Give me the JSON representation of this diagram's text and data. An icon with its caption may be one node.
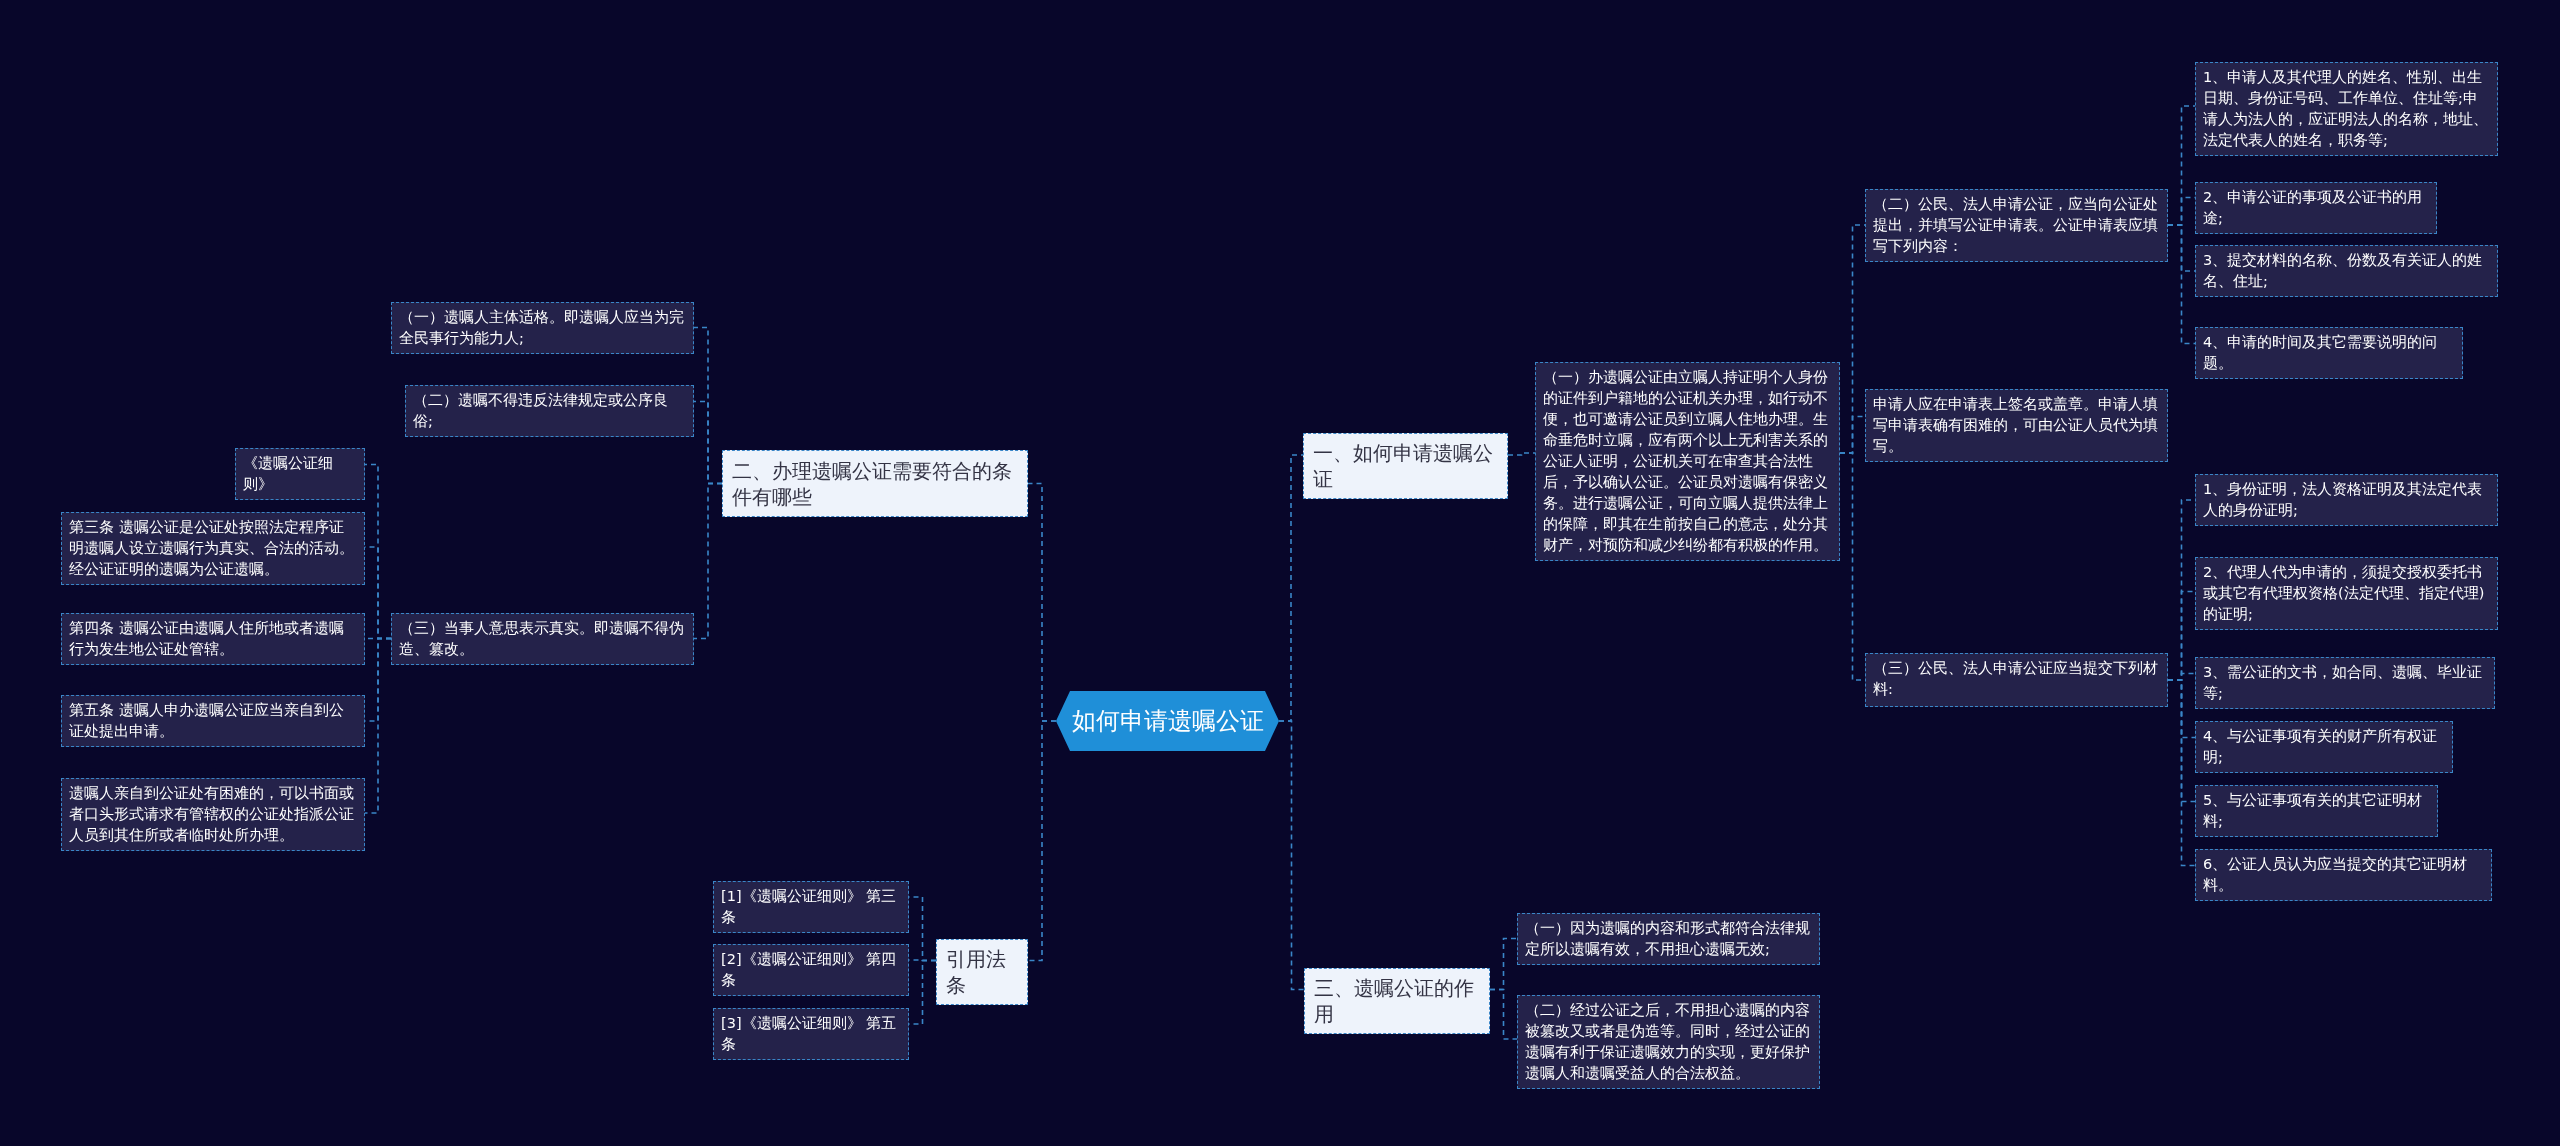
{
  "diagram": {
    "nodes": [
      {
        "text": [
          "如何申请遗嘱公证"
        ]
      },
      {
        "text": [
          "一、如何申请遗嘱公证"
        ]
      },
      {
        "text": [
          "（一）办遗嘱公证由立嘱人持证明个人身份的证件到户籍地的公证机关办理，如行动不便，也可邀请公证员到立嘱人住地办理。生命垂危时立嘱，应有两个以上无利害关系的公证人证明，公证机关可在审查其合法性后，予以确认公证。公证员对遗嘱有保密义务。进行遗嘱公证，可向立嘱人提供法律上的保障，即其在生前按自己的意志，处分其财产，对预防和减少纠纷都有积极的作用。"
        ]
      },
      {
        "text": [
          "（二）公民、法人申请公证，应当向公证处提出，并填写公证申请表。公证申请表应填写下列内容："
        ]
      },
      {
        "text": [
          "1、申请人及其代理人的姓名、性别、出生日期、身份证号码、工作单位、住址等;申请人为法人的，应证明法人的名称，地址、法定代表人的姓名，职务等;"
        ]
      },
      {
        "text": [
          "2、申请公证的事项及公证书的用途;"
        ]
      },
      {
        "text": [
          "3、提交材料的名称、份数及有关证人的姓名、住址;"
        ]
      },
      {
        "text": [
          "4、申请的时间及其它需要说明的问题。"
        ]
      },
      {
        "text": [
          "申请人应在申请表上签名或盖章。申请人填写申请表确有困难的，可由公证人员代为填写。"
        ]
      },
      {
        "text": [
          "（三）公民、法人申请公证应当提交下列材料:"
        ]
      },
      {
        "text": [
          "1、身份证明，法人资格证明及其法定代表人的身份证明;"
        ]
      },
      {
        "text": [
          "2、代理人代为申请的，须提交授权委托书或其它有代理权资格(法定代理、指定代理)的证明;"
        ]
      },
      {
        "text": [
          "3、需公证的文书，如合同、遗嘱、毕业证等;"
        ]
      },
      {
        "text": [
          "4、与公证事项有关的财产所有权证明;"
        ]
      },
      {
        "text": [
          "5、与公证事项有关的其它证明材料;"
        ]
      },
      {
        "text": [
          "6、公证人员认为应当提交的其它证明材料。"
        ]
      },
      {
        "text": [
          "三、遗嘱公证的作用"
        ]
      },
      {
        "text": [
          "（一）因为遗嘱的内容和形式都符合法律规定所以遗嘱有效，不用担心遗嘱无效;"
        ]
      },
      {
        "text": [
          "（二）经过公证之后，不用担心遗嘱的内容被篡改又或者是伪造等。同时，经过公证的遗嘱有利于保证遗嘱效力的实现，更好保护遗嘱人和遗嘱受益人的合法权益。"
        ]
      },
      {
        "text": [
          "二、办理遗嘱公证需要符合的条件有哪些"
        ]
      },
      {
        "text": [
          "（一）遗嘱人主体适格。即遗嘱人应当为完全民事行为能力人;"
        ]
      },
      {
        "text": [
          "（二）遗嘱不得违反法律规定或公序良俗;"
        ]
      },
      {
        "text": [
          "（三）当事人意思表示真实。即遗嘱不得伪造、篡改。"
        ]
      },
      {
        "text": [
          "《遗嘱公证细则》"
        ]
      },
      {
        "text": [
          "第三条 遗嘱公证是公证处按照法定程序证明遗嘱人设立遗嘱行为真实、合法的活动。经公证证明的遗嘱为公证遗嘱。"
        ]
      },
      {
        "text": [
          "第四条 遗嘱公证由遗嘱人住所地或者遗嘱行为发生地公证处管辖。"
        ]
      },
      {
        "text": [
          "第五条 遗嘱人申办遗嘱公证应当亲自到公证处提出申请。"
        ]
      },
      {
        "text": [
          "遗嘱人亲自到公证处有困难的，可以书面或者口头形式请求有管辖权的公证处指派公证人员到其住所或者临时处所办理。"
        ]
      },
      {
        "text": [
          "引用法条"
        ]
      },
      {
        "text": [
          "[1]《遗嘱公证细则》 第三条"
        ]
      },
      {
        "text": [
          "[2]《遗嘱公证细则》 第四条"
        ]
      },
      {
        "text": [
          "[3]《遗嘱公证细则》 第五条"
        ]
      }
    ],
    "edges": [
      {
        "from": 0,
        "to": 1,
        "arrow": "none"
      },
      {
        "from": 1,
        "to": 2,
        "arrow": "none"
      },
      {
        "from": 2,
        "to": 3,
        "arrow": "none"
      },
      {
        "from": 3,
        "to": 4,
        "arrow": "none"
      },
      {
        "from": 3,
        "to": 5,
        "arrow": "none"
      },
      {
        "from": 3,
        "to": 6,
        "arrow": "none"
      },
      {
        "from": 3,
        "to": 7,
        "arrow": "none"
      },
      {
        "from": 2,
        "to": 8,
        "arrow": "none"
      },
      {
        "from": 2,
        "to": 9,
        "arrow": "none"
      },
      {
        "from": 9,
        "to": 10,
        "arrow": "none"
      },
      {
        "from": 9,
        "to": 11,
        "arrow": "none"
      },
      {
        "from": 9,
        "to": 12,
        "arrow": "none"
      },
      {
        "from": 9,
        "to": 13,
        "arrow": "none"
      },
      {
        "from": 9,
        "to": 14,
        "arrow": "none"
      },
      {
        "from": 9,
        "to": 15,
        "arrow": "none"
      },
      {
        "from": 0,
        "to": 16,
        "arrow": "none"
      },
      {
        "from": 16,
        "to": 17,
        "arrow": "none"
      },
      {
        "from": 16,
        "to": 18,
        "arrow": "none"
      },
      {
        "from": 0,
        "to": 19,
        "arrow": "none"
      },
      {
        "from": 19,
        "to": 20,
        "arrow": "none"
      },
      {
        "from": 19,
        "to": 21,
        "arrow": "none"
      },
      {
        "from": 19,
        "to": 22,
        "arrow": "none"
      },
      {
        "from": 22,
        "to": 23,
        "arrow": "none"
      },
      {
        "from": 22,
        "to": 24,
        "arrow": "none"
      },
      {
        "from": 22,
        "to": 25,
        "arrow": "none"
      },
      {
        "from": 22,
        "to": 26,
        "arrow": "none"
      },
      {
        "from": 22,
        "to": 27,
        "arrow": "none"
      },
      {
        "from": 0,
        "to": 28,
        "arrow": "none"
      },
      {
        "from": 28,
        "to": 29,
        "arrow": "none"
      },
      {
        "from": 28,
        "to": 30,
        "arrow": "none"
      },
      {
        "from": 28,
        "to": 31,
        "arrow": "none"
      }
    ]
  }
}
